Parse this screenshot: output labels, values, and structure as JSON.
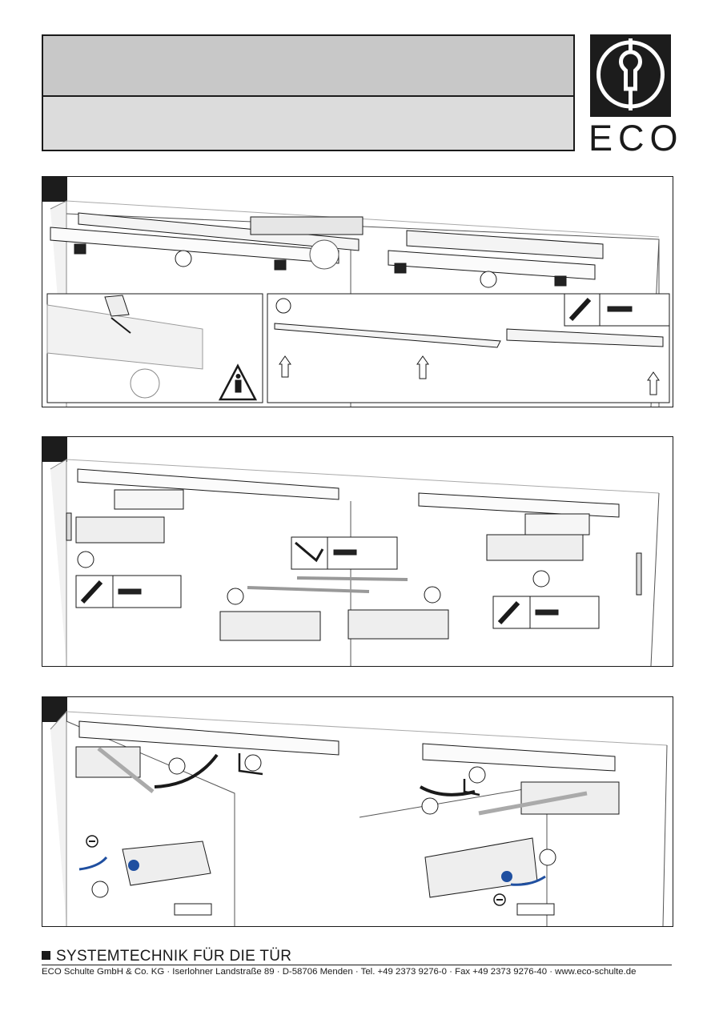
{
  "brand": {
    "logo_text": "ECO"
  },
  "title_box": {
    "title": "",
    "subtitle": ""
  },
  "footer": {
    "tagline": "SYSTEMTECHNIK FÜR DIE TÜR",
    "address": "ECO Schulte GmbH & Co. KG · Iserlohner Landstraße 89 · D-58706 Menden · Tel. +49 2373 9276-0 · Fax +49 2373 9276-40 · www.eco-schulte.de"
  },
  "colors": {
    "ink": "#1a1a1a",
    "title_band": "#c8c8c8",
    "title_band_lower": "#dcdcdc",
    "accent_blue": "#1f4fa0",
    "accent_red": "#b02020"
  },
  "icons": [
    "eco-logo-icon",
    "info-warning-icon",
    "screwdriver-icon",
    "screw-icon",
    "allen-key-icon",
    "arrow-up-icon",
    "minus-icon"
  ]
}
